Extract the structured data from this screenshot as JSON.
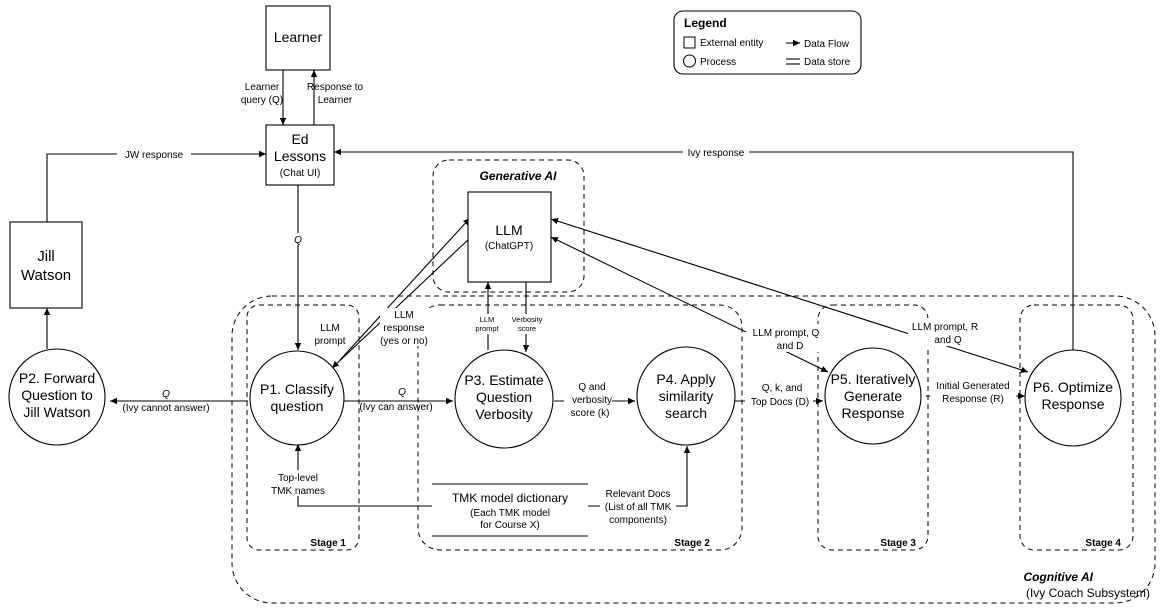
{
  "legend": {
    "title": "Legend",
    "external_entity": "External entity",
    "process": "Process",
    "data_flow": "Data Flow",
    "data_store": "Data store"
  },
  "entities": {
    "learner": "Learner",
    "ed_lessons": [
      "Ed",
      "Lessons"
    ],
    "ed_lessons_sub": "(Chat UI)",
    "jill_watson": [
      "Jill",
      "Watson"
    ],
    "llm": "LLM",
    "llm_sub": "(ChatGPT)"
  },
  "processes": {
    "p1": [
      "P1. Classify",
      "question"
    ],
    "p2": [
      "P2. Forward",
      "Question to",
      "Jill Watson"
    ],
    "p3": [
      "P3. Estimate",
      "Question",
      "Verbosity"
    ],
    "p4": [
      "P4. Apply",
      "similarity",
      "search"
    ],
    "p5": [
      "P5. Iteratively",
      "Generate",
      "Response"
    ],
    "p6": [
      "P6. Optimize",
      "Response"
    ]
  },
  "data_store": {
    "title": "TMK model dictionary",
    "sub": [
      "(Each TMK model",
      "for Course X)"
    ]
  },
  "groups": {
    "generative_ai": "Generative AI",
    "cognitive_ai": "Cognitive AI",
    "cognitive_ai_sub": "(Ivy Coach Subsystem)",
    "stage1": "Stage 1",
    "stage2": "Stage 2",
    "stage3": "Stage 3",
    "stage4": "Stage 4"
  },
  "flows": {
    "learner_query": [
      "Learner",
      "query (Q)"
    ],
    "response_to_learner": [
      "Response to",
      "Learner"
    ],
    "jw_response": "JW response",
    "ivy_response": "Ivy response",
    "q_down": "Q",
    "llm_prompt_p1": [
      "LLM",
      "prompt"
    ],
    "llm_response_p1": [
      "LLM",
      "response",
      "(yes or no)"
    ],
    "q_cannot": [
      "Q",
      "(Ivy cannot answer)"
    ],
    "q_can": [
      "Q",
      "(Ivy can answer)"
    ],
    "llm_prompt_p3": [
      "LLM",
      "prompt"
    ],
    "verbosity_score": [
      "Verbosity",
      "score"
    ],
    "q_verbosity": [
      "Q and",
      "verbosity",
      "score (k)"
    ],
    "q_k_docs": [
      "Q, k, and",
      "Top Docs (D)"
    ],
    "llm_prompt_p5": [
      "LLM prompt, Q",
      "and D"
    ],
    "llm_prompt_p6": [
      "LLM prompt, R",
      "and Q"
    ],
    "initial_response": [
      "Initial Generated",
      "Response (R)"
    ],
    "top_level_tmk": [
      "Top-level",
      "TMK names"
    ],
    "relevant_docs": [
      "Relevant Docs",
      "(List of all TMK",
      "components)"
    ]
  }
}
